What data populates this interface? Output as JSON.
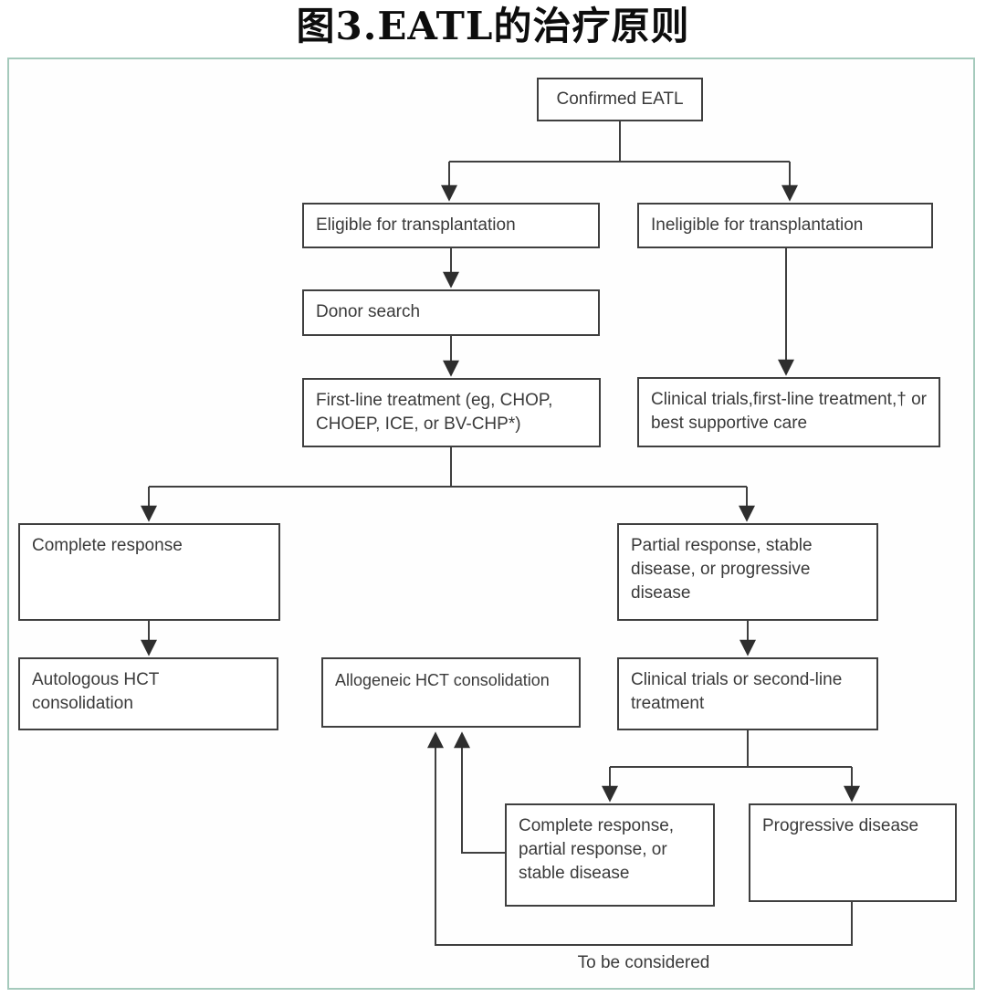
{
  "title": "图3.EATL的治疗原则",
  "nodes": {
    "confirmed": {
      "label": "Confirmed EATL"
    },
    "eligible": {
      "label": "Eligible for transplantation"
    },
    "ineligible": {
      "label": "Ineligible for transplantation"
    },
    "donor": {
      "label": "Donor search"
    },
    "first_line": {
      "label": "First-line treatment (eg, CHOP, CHOEP, ICE, or BV-CHP*)"
    },
    "clinical_trials_first_line": {
      "label": "Clinical trials,first-line treatment,† or best supportive care"
    },
    "complete_response": {
      "label": "Complete response"
    },
    "partial_response": {
      "label": "Partial response, stable disease, or progressive disease"
    },
    "autologous": {
      "label": "Autologous HCT consolidation"
    },
    "allogeneic": {
      "label": "Allogeneic HCT consolidation"
    },
    "second_line": {
      "label": "Clinical trials or second-line treatment"
    },
    "cr_pr_sd": {
      "label": "Complete response, partial response, or stable disease"
    },
    "progressive": {
      "label": "Progressive disease"
    }
  },
  "footer": {
    "to_be_considered": "To be considered"
  },
  "colors": {
    "frame_border": "#a5cabc",
    "box_border": "#3f3f3f",
    "text": "#3a3a3a",
    "arrow": "#2e2e2e",
    "background": "#ffffff",
    "title_text": "#0d0d0d"
  }
}
